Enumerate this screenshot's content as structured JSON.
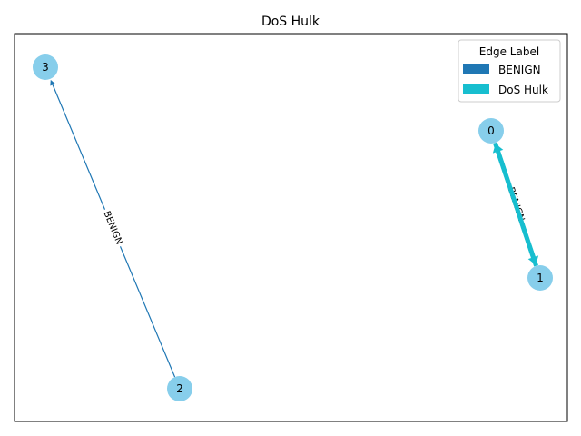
{
  "title": "DoS Hulk",
  "legend": {
    "title": "Edge Label",
    "items": [
      {
        "label": "BENIGN",
        "color": "#1f77b4"
      },
      {
        "label": "DoS Hulk",
        "color": "#17becf"
      }
    ]
  },
  "node_color": "#87ceeb",
  "nodes": [
    {
      "id": "0",
      "label": "0"
    },
    {
      "id": "1",
      "label": "1"
    },
    {
      "id": "2",
      "label": "2"
    },
    {
      "id": "3",
      "label": "3"
    }
  ],
  "edges": [
    {
      "source": "2",
      "target": "3",
      "label": "BENIGN",
      "color": "#1f77b4"
    },
    {
      "source": "0",
      "target": "1",
      "label": "BENIGN",
      "color": "#17becf"
    },
    {
      "source": "1",
      "target": "0",
      "label": "",
      "color": "#17becf"
    }
  ]
}
